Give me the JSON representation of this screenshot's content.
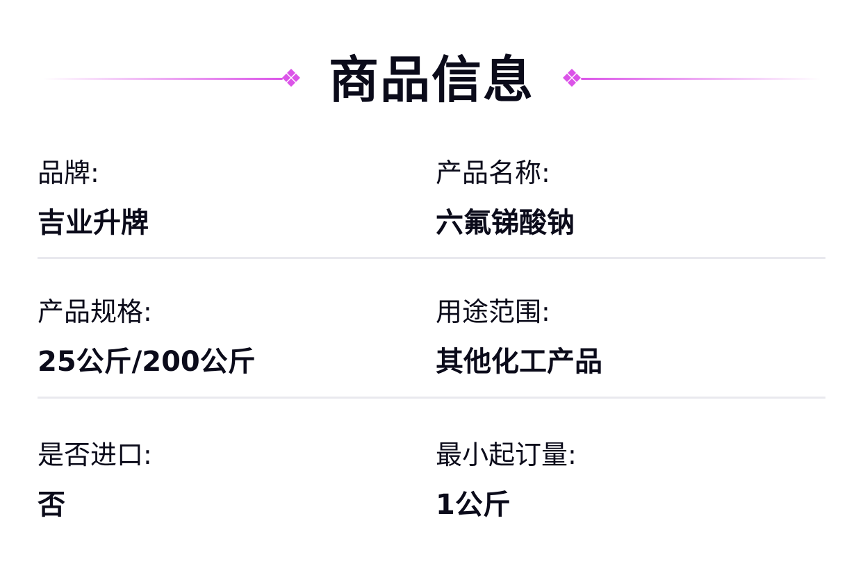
{
  "header": {
    "title": "商品信息"
  },
  "colors": {
    "accent": "#db54e8",
    "text": "#0b0b1a",
    "divider": "#e9e9ee"
  },
  "rows": [
    {
      "left": {
        "label": "品牌:",
        "value": "吉业升牌"
      },
      "right": {
        "label": "产品名称:",
        "value": "六氟锑酸钠"
      }
    },
    {
      "left": {
        "label": "产品规格:",
        "value": "25公斤/200公斤"
      },
      "right": {
        "label": "用途范围:",
        "value": "其他化工产品"
      }
    },
    {
      "left": {
        "label": "是否进口:",
        "value": "否"
      },
      "right": {
        "label": "最小起订量:",
        "value": "1公斤"
      }
    }
  ]
}
